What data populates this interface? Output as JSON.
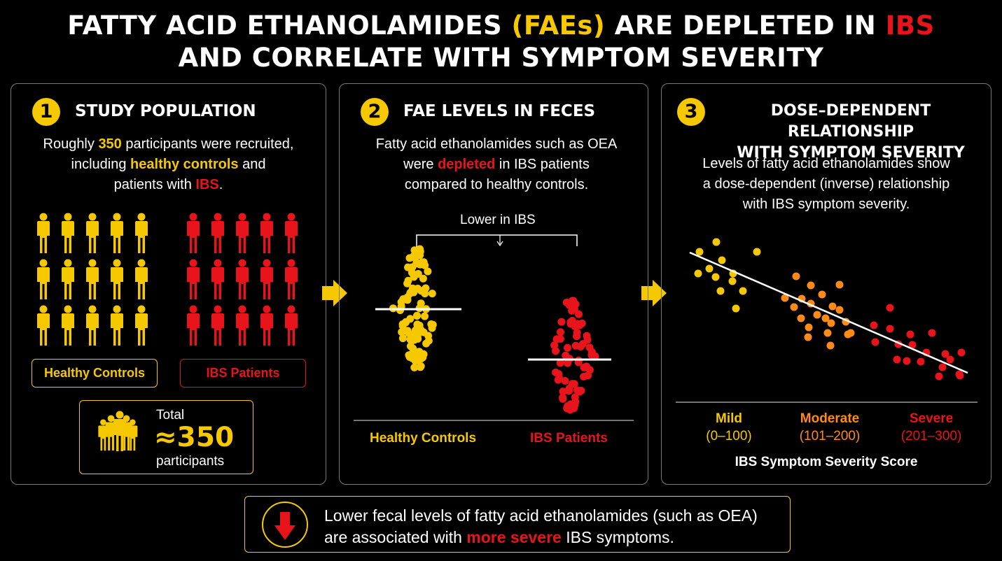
{
  "title": {
    "line1_a": "FATTY ACID ETHANOLAMIDES ",
    "line1_b": "(FAEs)",
    "line1_c": " ARE DEPLETED IN ",
    "line1_d": "IBS",
    "line2": "AND CORRELATE WITH SYMPTOM SEVERITY"
  },
  "panel1": {
    "number": "1",
    "heading": "STUDY POPULATION",
    "desc": {
      "a": "Roughly ",
      "b": "350",
      "c": " participants were recruited,",
      "d": "including ",
      "e": "healthy controls",
      "f": " and",
      "g": "patients with ",
      "h": "IBS",
      "i": "."
    },
    "healthy_label": "Healthy Controls",
    "ibs_label": "IBS Patients",
    "total_label": "Total",
    "total_value": "≈350",
    "total_unit": "participants",
    "icon_name": "person-icon"
  },
  "panel2": {
    "number": "2",
    "heading": "FAE LEVELS IN FECES",
    "desc": {
      "a": "Fatty acid ethanolamides such as OEA",
      "b": "were ",
      "c": "depleted",
      "d": " in IBS patients",
      "e": "compared to healthy controls."
    },
    "bracket_label": "Lower in IBS",
    "group1": "Healthy Controls",
    "group2": "IBS Patients"
  },
  "panel3": {
    "number": "3",
    "heading_1": "DOSE–DEPENDENT RELATIONSHIP",
    "heading_2": "WITH SYMPTOM SEVERITY",
    "desc": {
      "a": "Levels of fatty acid ethanolamides show",
      "b": "a dose-dependent (inverse) relationship",
      "c": "with IBS symptom severity."
    },
    "categories": [
      {
        "name": "Mild",
        "range": "(0–100)",
        "color": "#f5c800"
      },
      {
        "name": "Moderate",
        "range": "(101–200)",
        "color": "#ff8a18"
      },
      {
        "name": "Severe",
        "range": "(201–300)",
        "color": "#e8141c"
      }
    ],
    "xlabel": "IBS Symptom Severity Score"
  },
  "footer": {
    "line1": "Lower fecal levels of fatty acid ethanolamides (such as OEA)",
    "line2_a": "are associated with ",
    "line2_b": "more severe",
    "line2_c": " IBS symptoms.",
    "icon_name": "down-arrow-icon"
  },
  "colors": {
    "yellow": "#f5c800",
    "red": "#e8141c",
    "orange": "#ff8a18",
    "border": "#7a7a7a"
  }
}
